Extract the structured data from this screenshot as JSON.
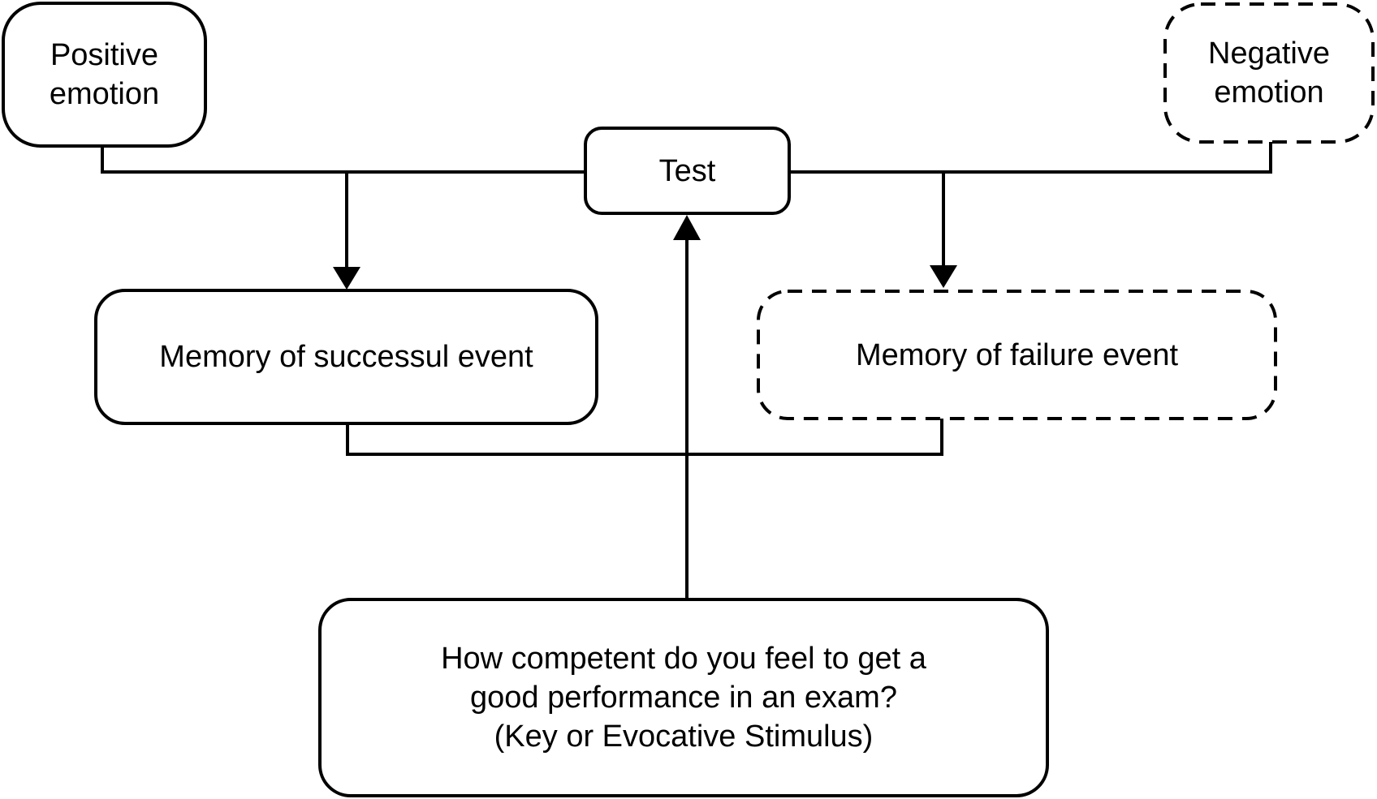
{
  "colors": {
    "background": "#ffffff",
    "stroke": "#000000",
    "text": "#000000"
  },
  "nodes": {
    "positive_emotion": {
      "label": "Positive\nemotion",
      "border": "solid"
    },
    "negative_emotion": {
      "label": "Negative\nemotion",
      "border": "dashed"
    },
    "test": {
      "label": "Test",
      "border": "solid"
    },
    "memory_success": {
      "label": "Memory of successul event",
      "border": "solid"
    },
    "memory_failure": {
      "label": "Memory of failure event",
      "border": "dashed"
    },
    "stimulus": {
      "label": "How competent do you feel to get a\ngood performance in an exam?\n(Key or Evocative Stimulus)",
      "border": "solid"
    }
  },
  "edges": [
    {
      "from": "positive_emotion",
      "to": "test",
      "arrow": false
    },
    {
      "from": "negative_emotion",
      "to": "test",
      "arrow": false
    },
    {
      "from": "emotion_rail",
      "to": "memory_success",
      "arrow": true
    },
    {
      "from": "emotion_rail",
      "to": "memory_failure",
      "arrow": true
    },
    {
      "from": "memory_success",
      "to": "memory_rail",
      "arrow": false
    },
    {
      "from": "memory_failure",
      "to": "memory_rail",
      "arrow": false
    },
    {
      "from": "stimulus",
      "to": "test",
      "arrow": true
    }
  ]
}
